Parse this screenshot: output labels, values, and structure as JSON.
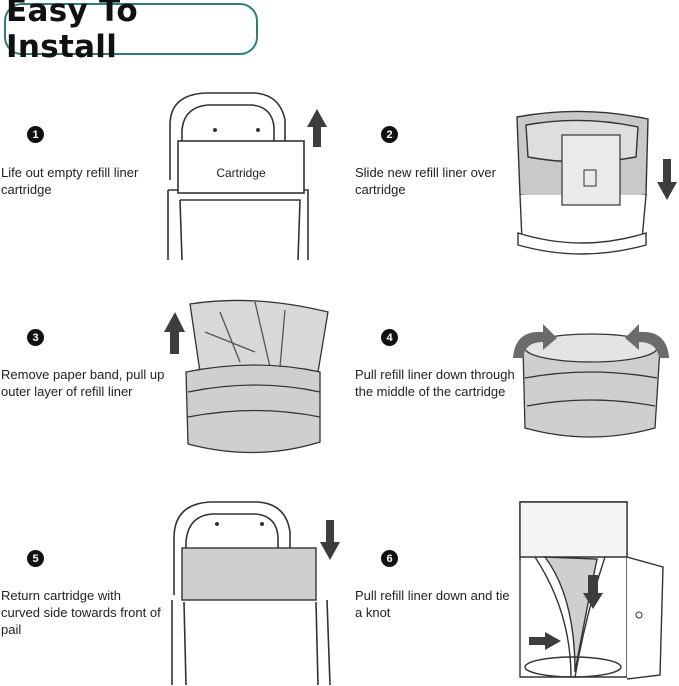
{
  "title": "Easy To Install",
  "steps": [
    {
      "num": "1",
      "text": "Life out empty refill liner cartridge",
      "label": "Cartridge"
    },
    {
      "num": "2",
      "text": "Slide new refill liner over cartridge"
    },
    {
      "num": "3",
      "text": "Remove paper band, pull up outer layer of refill liner"
    },
    {
      "num": "4",
      "text": "Pull refill liner down through the middle of the cartridge"
    },
    {
      "num": "5",
      "text": "Return cartridge with curved side towards front of pail"
    },
    {
      "num": "6",
      "text": "Pull refill liner down and tie a knot"
    }
  ],
  "colors": {
    "accent": "#2f7c79",
    "arrow": "#3d3d3d"
  }
}
